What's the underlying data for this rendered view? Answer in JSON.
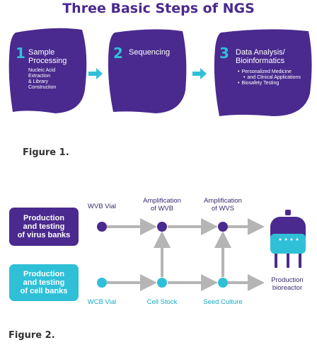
{
  "title": "Three Basic Steps of NGS",
  "steps": [
    {
      "number": "1",
      "title_line1": "Sample",
      "title_line2": "Processing",
      "desc": [
        "Nucleic Acid",
        "Extraction",
        "& Library",
        "Construction"
      ]
    },
    {
      "number": "2",
      "title_line1": "Sequencing"
    },
    {
      "number": "3",
      "title_line1": "Data Analysis/",
      "title_line2": "Bioinformatics",
      "bullets": [
        "Personalized Medicine",
        "and Clinical Applications",
        "Biosafety Testing"
      ]
    }
  ],
  "figure1": "Figure 1.",
  "figure2": "Figure 2.",
  "diagram": {
    "virus_box": [
      "Production",
      "and testing",
      "of virus banks"
    ],
    "cell_box": [
      "Production",
      "and testing",
      "of cell banks"
    ],
    "labels_top": {
      "wvb_vial": "WVB Vial",
      "amp_wvb": [
        "Amplification",
        "of WVB"
      ],
      "amp_wvs": [
        "Amplification",
        "of WVS"
      ]
    },
    "labels_bottom": {
      "wcb_vial": "WCB Vial",
      "cell_stock": "Cell Stock",
      "seed_culture": "Seed Culture"
    },
    "reactor": [
      "Production",
      "bioreactor"
    ]
  },
  "colors": {
    "purple": "#4a2a8e",
    "teal": "#2fc0d8",
    "gray": "#b5b5b5",
    "dark_purple": "#3a2a6e"
  }
}
